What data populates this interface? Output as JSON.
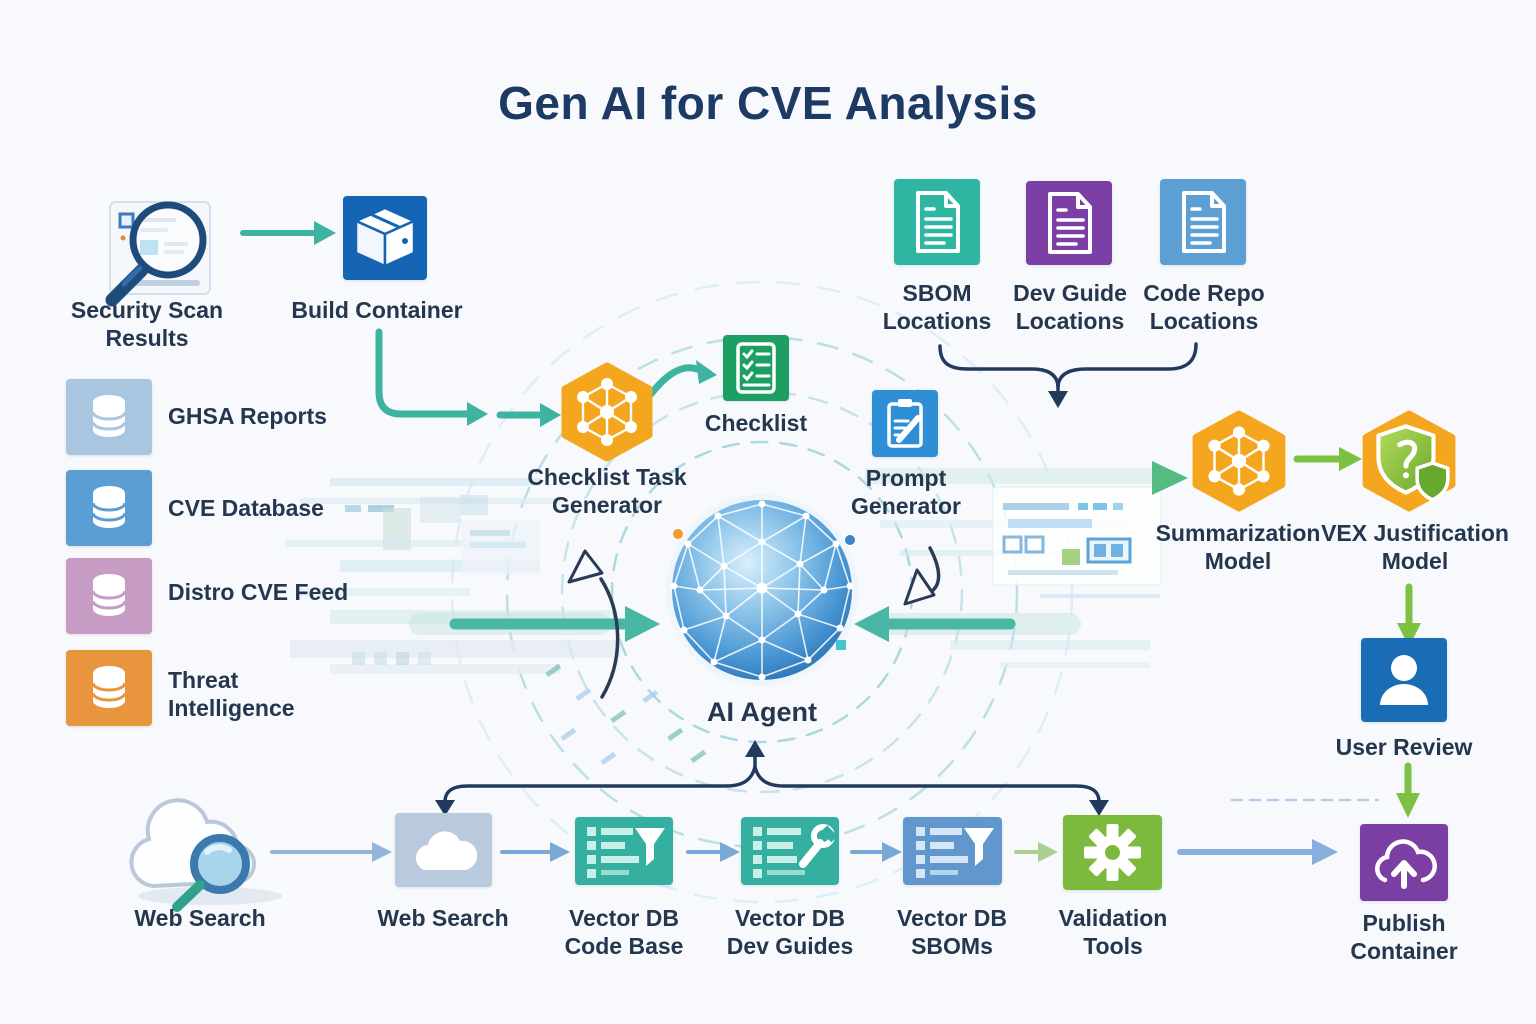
{
  "title": "Gen AI for CVE Analysis",
  "nodes": {
    "security_scan": {
      "label": "Security Scan\nResults"
    },
    "build_container": {
      "label": "Build Container"
    },
    "ghsa": {
      "label": "GHSA Reports"
    },
    "cve_db": {
      "label": "CVE Database"
    },
    "distro": {
      "label": "Distro CVE Feed"
    },
    "threat": {
      "label": "Threat\nIntelligence"
    },
    "checklist_task_generator": {
      "label": "Checklist Task\nGenerator"
    },
    "checklist": {
      "label": "Checklist"
    },
    "prompt_generator": {
      "label": "Prompt\nGenerator"
    },
    "ai_agent": {
      "label": "AI Agent"
    },
    "sbom_locations": {
      "label": "SBOM\nLocations"
    },
    "dev_guide_locations": {
      "label": "Dev Guide\nLocations"
    },
    "code_repo_locations": {
      "label": "Code Repo\nLocations"
    },
    "summarization_model": {
      "label": "Summarization\nModel"
    },
    "vex_model": {
      "label": "VEX Justification\nModel"
    },
    "user_review": {
      "label": "User Review"
    },
    "web_search_cloud": {
      "label": "Web Search"
    },
    "web_search_tool": {
      "label": "Web Search"
    },
    "vector_db_code": {
      "label": "Vector DB\nCode Base"
    },
    "vector_db_dev": {
      "label": "Vector DB\nDev Guides"
    },
    "vector_db_sbom": {
      "label": "Vector DB\nSBOMs"
    },
    "validation_tools": {
      "label": "Validation\nTools"
    },
    "publish_container": {
      "label": "Publish\nContainer"
    }
  },
  "colors": {
    "teal_arrow": "#3fb3a1",
    "green_arrow": "#7cc142",
    "navy_arrow": "#223a5e",
    "blue_arrow": "#94b4d9",
    "build_container_bg": "#1565b4",
    "ghsa_bg": "#a9c6e0",
    "cve_db_bg": "#5b9ed3",
    "distro_bg": "#c79cc4",
    "threat_bg": "#e9953e",
    "sbom_bg": "#2fb6a3",
    "dev_guide_bg": "#7c3fa5",
    "code_repo_bg": "#5b9fd4",
    "hexagon_bg": "#f5a61f",
    "checklist_bg": "#1d9e63",
    "prompt_bg": "#2e8ed6",
    "user_review_bg": "#1a6cb5",
    "web_box_bg": "#b9c9de",
    "vector_teal_bg": "#35b0a0",
    "vector_blue_bg": "#6197cc",
    "validation_bg": "#7cba3d",
    "publish_bg": "#7b3fa4"
  }
}
